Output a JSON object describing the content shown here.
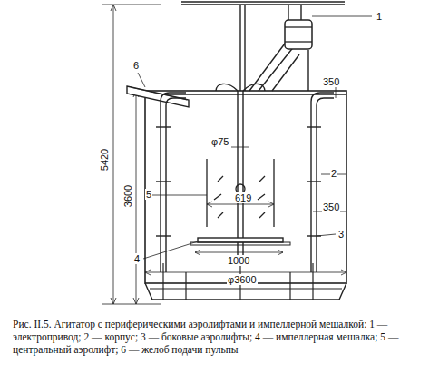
{
  "diagram": {
    "caption": "Рис. II.5. Агитатор с периферическими аэролифтами и импеллерной мешалкой: 1 — электропривод; 2 — корпус; 3 — боковые аэролифты; 4 — импеллерная мешалка; 5 — центральный аэролифт; 6 — желоб подачи пульпы",
    "labels": [
      "1",
      "6",
      "350",
      "φ75",
      "2",
      "5",
      "619",
      "350",
      "3",
      "4",
      "1000",
      "5420",
      "3600",
      "φ3600"
    ]
  }
}
